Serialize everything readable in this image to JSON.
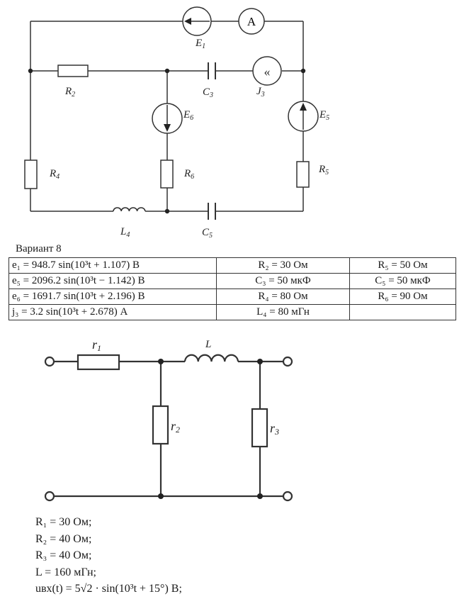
{
  "circuit1": {
    "labels": {
      "E1": {
        "main": "E",
        "sub": "1"
      },
      "A": "A",
      "R2": {
        "main": "R",
        "sub": "2"
      },
      "C3": {
        "main": "C",
        "sub": "3"
      },
      "J3": {
        "main": "J",
        "sub": "3"
      },
      "J3_symbol": "«",
      "E6": {
        "main": "E",
        "sub": "6"
      },
      "E5": {
        "main": "E",
        "sub": "5"
      },
      "R4": {
        "main": "R",
        "sub": "4"
      },
      "R6": {
        "main": "R",
        "sub": "6"
      },
      "R5": {
        "main": "R",
        "sub": "5"
      },
      "L4": {
        "main": "L",
        "sub": "4"
      },
      "C5": {
        "main": "C",
        "sub": "5"
      }
    }
  },
  "variant_title": "Вариант 8",
  "table": {
    "rows": [
      [
        "e₁ = 948.7 sin(10³t + 1.107) В",
        "R₂ = 30 Ом",
        "R₅ = 50 Ом"
      ],
      [
        "e₅ = 2096.2 sin(10³t − 1.142) В",
        "C₃ = 50 мкФ",
        "C₅ = 50 мкФ"
      ],
      [
        "e₆ = 1691.7 sin(10³t + 2.196) В",
        "R₄ = 80 Ом",
        "R₆ = 90 Ом"
      ],
      [
        "j₃ = 3.2 sin(10³t + 2.678) А",
        "L₄ = 80 мГн",
        ""
      ]
    ]
  },
  "circuit2": {
    "labels": {
      "r1": {
        "main": "r",
        "sub": "1"
      },
      "L": "L",
      "r2": {
        "main": "r",
        "sub": "2"
      },
      "r3": {
        "main": "r",
        "sub": "3"
      }
    }
  },
  "values": [
    "R₁ = 30 Ом;",
    "R₂ = 40 Ом;",
    "R₃ = 40 Ом;",
    "L = 160 мГн;",
    "uвх(t) = 5√2 · sin(10³t + 15°) В;"
  ]
}
